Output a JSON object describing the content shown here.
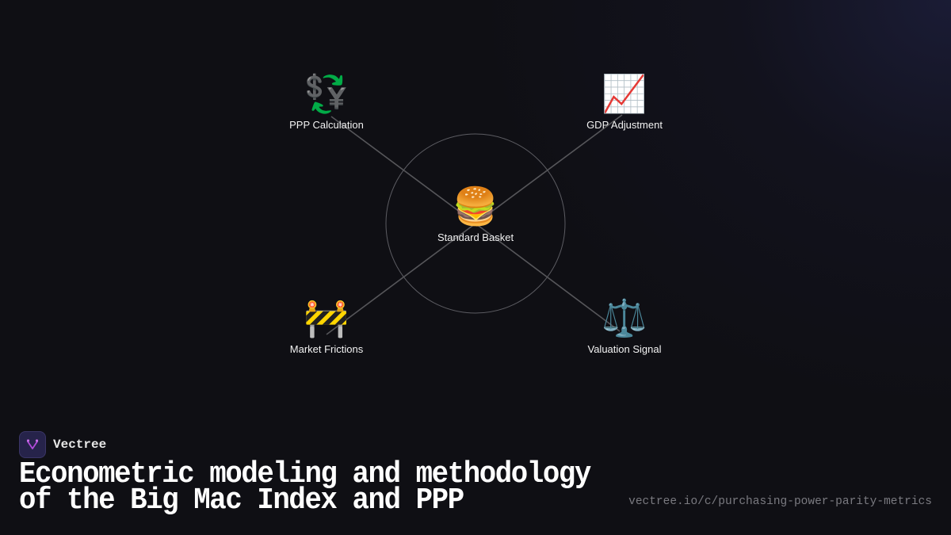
{
  "diagram": {
    "center": {
      "label": "Standard Basket",
      "icon": "hamburger-icon",
      "emoji": "🍔"
    },
    "nodes": [
      {
        "label": "PPP Calculation",
        "icon": "currency-exchange-icon",
        "emoji": "💱"
      },
      {
        "label": "GDP Adjustment",
        "icon": "chart-increasing-icon",
        "emoji": "📈"
      },
      {
        "label": "Market Frictions",
        "icon": "construction-barrier-icon",
        "emoji": "🚧"
      },
      {
        "label": "Valuation Signal",
        "icon": "balance-scale-icon",
        "emoji": "⚖️"
      }
    ],
    "colors": {
      "lines": "#5a5a5e",
      "circle": "#6a6a70"
    }
  },
  "brand": {
    "name": "Vectree",
    "accent": "#b04ad8"
  },
  "title": {
    "line1": "Econometric modeling and methodology",
    "line2": "of the Big Mac Index and PPP"
  },
  "url": "vectree.io/c/purchasing-power-parity-metrics"
}
